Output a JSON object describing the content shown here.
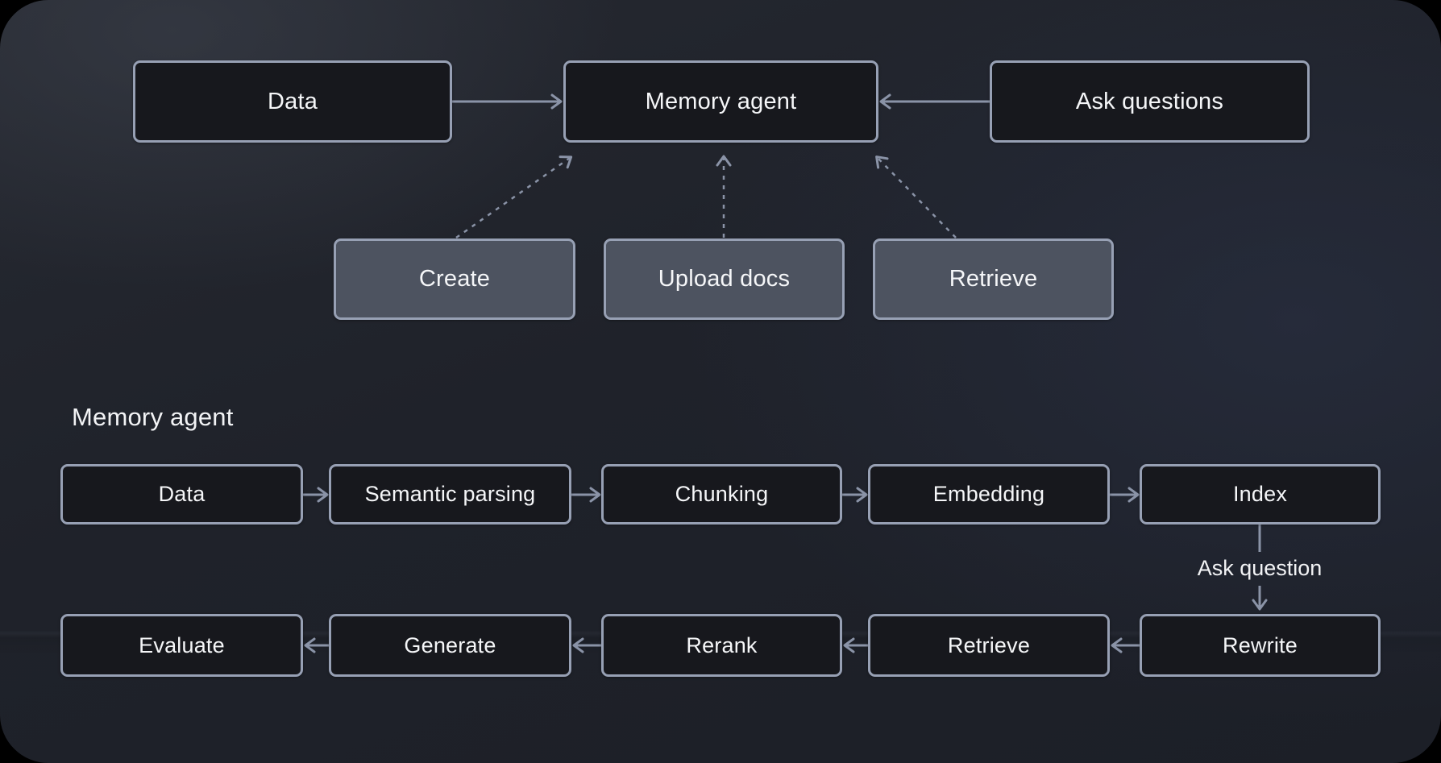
{
  "diagram": {
    "top_flow": {
      "nodes": {
        "data": "Data",
        "memory_agent": "Memory agent",
        "ask_questions": "Ask questions"
      },
      "actions": {
        "create": "Create",
        "upload_docs": "Upload docs",
        "retrieve": "Retrieve"
      }
    },
    "pipeline": {
      "title": "Memory agent",
      "ingest_row": [
        "Data",
        "Semantic parsing",
        "Chunking",
        "Embedding",
        "Index"
      ],
      "edge_label": "Ask question",
      "query_row": [
        "Evaluate",
        "Generate",
        "Rerank",
        "Retrieve",
        "Rewrite"
      ]
    }
  },
  "colors": {
    "background_outer": "#000000",
    "canvas_base": "#1f222a",
    "node_dark_fill": "#17181d",
    "node_gray_fill": "#4d5360",
    "node_border": "#97a0b4",
    "connector": "#8a93a7",
    "text": "#f5f6f8"
  }
}
